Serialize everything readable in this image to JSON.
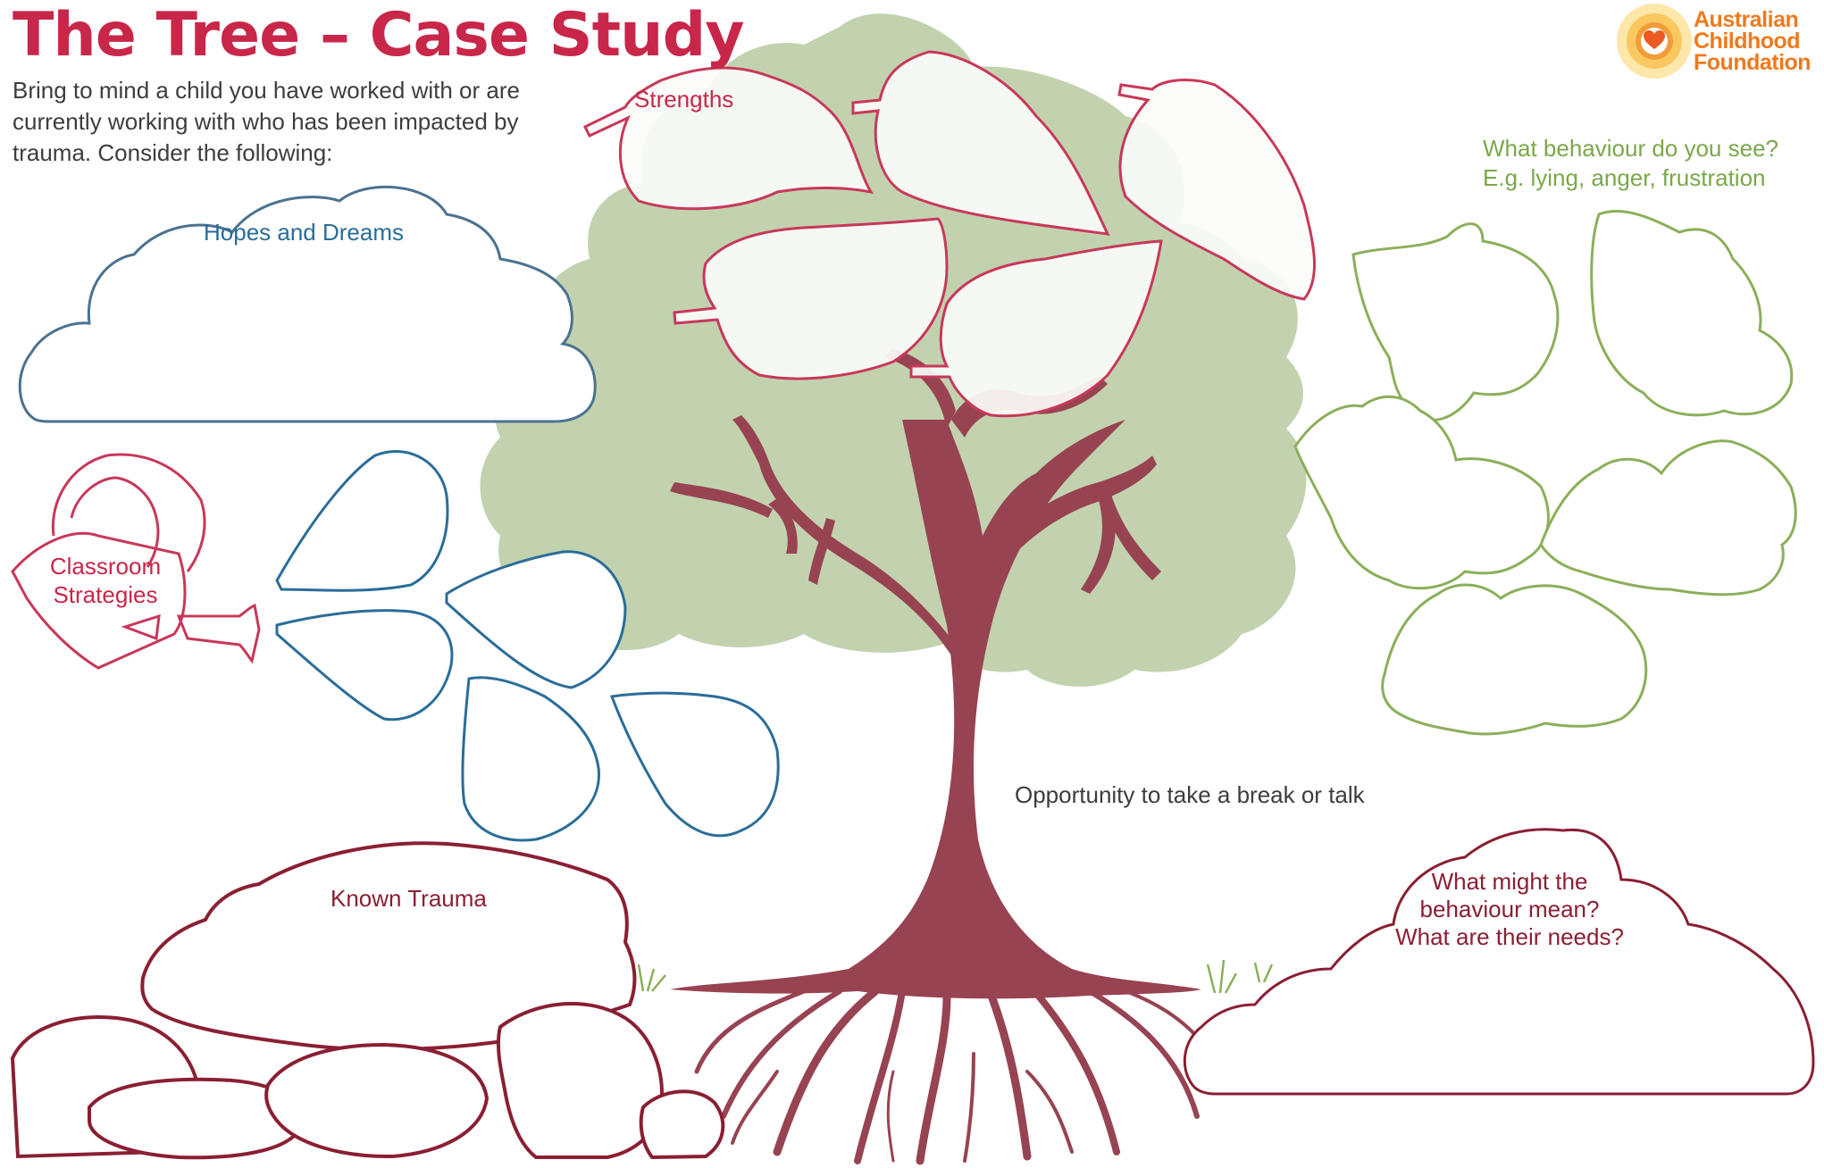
{
  "header": {
    "title": "The Tree – Case Study",
    "intro": "Bring to mind a child you have worked with or are currently working with who has been impacted by trauma. Consider the following:"
  },
  "logo": {
    "name": "Australian Childhood Foundation",
    "lines": [
      "Australian",
      "Childhood",
      "Foundation"
    ],
    "color": "#ee7a1e"
  },
  "labels": {
    "strengths": "Strengths",
    "hopes_and_dreams": "Hopes and Dreams",
    "classroom_strategies": [
      "Classroom",
      "Strategies"
    ],
    "behaviour_question": "What behaviour do you see?",
    "behaviour_examples": "E.g. lying, anger, frustration",
    "opportunity": "Opportunity to take a break or talk",
    "known_trauma": "Known Trauma",
    "needs": [
      "What might the",
      "behaviour mean?",
      "What are their needs?"
    ]
  },
  "colors": {
    "title": "#c8274a",
    "tree_trunk": "#974352",
    "canopy": "#bfd0ab",
    "leaf_outline": "#c8385a",
    "cloud_blue": "#4b7290",
    "petal_blue": "#2a6d99",
    "green_outline": "#8caf5a",
    "maroon": "#8a1f33"
  }
}
